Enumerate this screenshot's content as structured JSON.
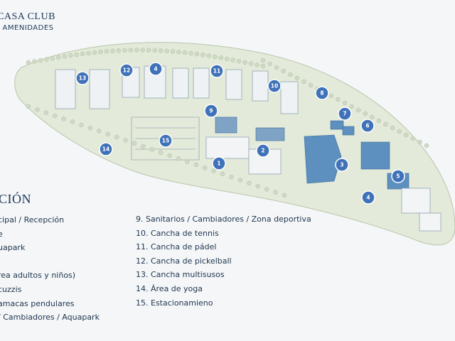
{
  "header": {
    "title": "CASA CLUB",
    "subtitle": "/ AMENIDADES"
  },
  "legend": {
    "title": "CIÓN",
    "left_items": [
      "cipal / Recepción",
      "e",
      "uapark",
      "",
      "rea adultos y niños)",
      "cuzzis",
      "amacas pendulares",
      "/ Cambiadores / Aquapark"
    ],
    "right_items": [
      "9. Sanitarios / Cambiadores / Zona deportiva",
      "10. Cancha de tennis",
      "11. Cancha de pádel",
      "12. Cancha de pickelball",
      "13. Cancha multisusos",
      "14. Área de yoga",
      "15. Estacionamieno"
    ]
  },
  "map_markers": [
    "1",
    "2",
    "3",
    "4",
    "4",
    "5",
    "6",
    "7",
    "8",
    "9",
    "10",
    "11",
    "12",
    "13",
    "14",
    "15"
  ],
  "colors": {
    "marker": "#3f72b8",
    "text": "#22384f",
    "pool": "#5d8fbf",
    "grass": "#dde6d6",
    "court": "#e9eff3"
  }
}
